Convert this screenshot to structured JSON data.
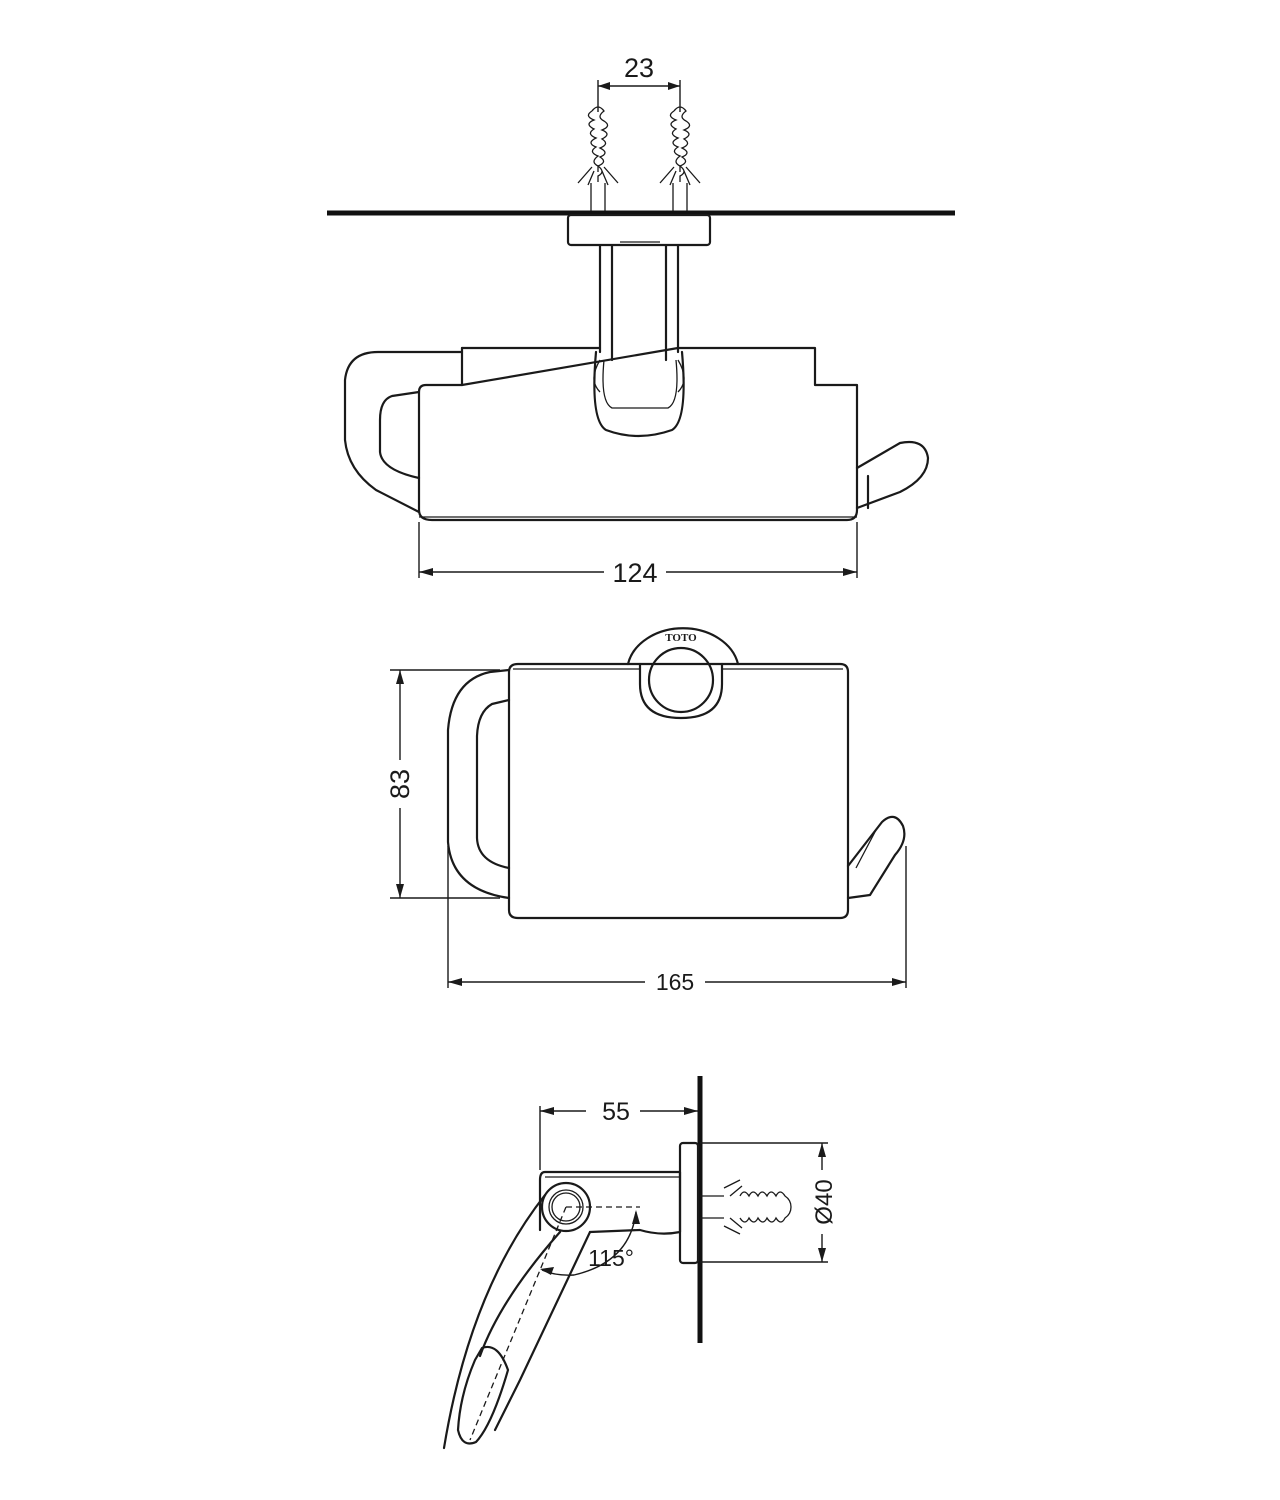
{
  "dimensions": {
    "anchor_spacing": "23",
    "top_width": "124",
    "front_height": "83",
    "front_width": "165",
    "side_depth": "55",
    "flange_diameter": "Ø40",
    "swing_angle": "115°"
  },
  "logo": "TOTO",
  "colors": {
    "line": "#1a1a1a",
    "background": "#ffffff"
  }
}
